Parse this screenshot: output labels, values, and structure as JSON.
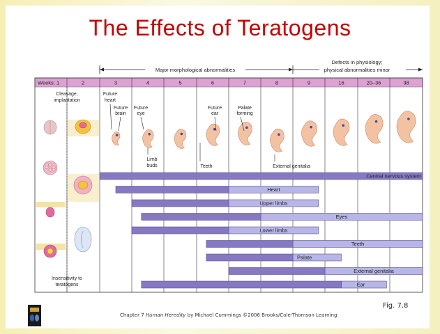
{
  "title": "The Effects of Teratogens",
  "header": {
    "major": "Major morphological abnormalities",
    "defects_line1": "Defects in physiology;",
    "defects_line2": "physical abnormalities minor"
  },
  "weeks_prefix": "Weeks: 1",
  "weeks": [
    "2",
    "3",
    "4",
    "5",
    "6",
    "7",
    "8",
    "9",
    "16",
    "20–36",
    "38"
  ],
  "labels": {
    "cleavage": "Cleavage,",
    "implantation": "implantation",
    "future_heart_1": "Future",
    "future_heart_2": "heart",
    "future_brain_1": "Future",
    "future_brain_2": "brain",
    "future_eye_1": "Future",
    "future_eye_2": "eye",
    "future_ear_1": "Future",
    "future_ear_2": "ear",
    "palate_forming_1": "Palate",
    "palate_forming_2": "forming",
    "limb": "Limb",
    "buds": "buds",
    "teeth": "Teeth",
    "external_genitalia": "External genitalia",
    "insensitivity_1": "Insensitivity to",
    "insensitivity_2": "teratogens"
  },
  "bars": [
    {
      "label": "Central nervous system",
      "dark_from": 3,
      "dark_to": 14,
      "light_to": 14
    },
    {
      "label": "Heart",
      "dark_from": 3.5,
      "dark_to": 7,
      "light_to": 9.8
    },
    {
      "label": "Upper limbs",
      "dark_from": 4,
      "dark_to": 7,
      "light_to": 9.8
    },
    {
      "label": "Eyes",
      "dark_from": 4.3,
      "dark_to": 8,
      "light_to": 14
    },
    {
      "label": "Lower limbs",
      "dark_from": 4,
      "dark_to": 7,
      "light_to": 9.8
    },
    {
      "label": "Teeth",
      "dark_from": 6.3,
      "dark_to": 9,
      "light_to": 14
    },
    {
      "label": "Palate",
      "dark_from": 6.3,
      "dark_to": 9,
      "light_to": 10.5
    },
    {
      "label": "External genitalia",
      "dark_from": 7,
      "dark_to": 10,
      "light_to": 14
    },
    {
      "label": "Ear",
      "dark_from": 4.3,
      "dark_to": 10.5,
      "light_to": 11.9
    }
  ],
  "caption_pre": "Chapter 7 ",
  "caption_book": "Human Heredity",
  "caption_post": " by Michael Cummings ©2006 Brooks/Cole-Thomson Learning",
  "fig": "Fig. 7.8",
  "colors": {
    "title": "#c80000",
    "header_band": "#dca2d2",
    "bar_dark": "#8679c2",
    "bar_light": "#b7b6e6",
    "bar_edge": "#5a4f94"
  }
}
